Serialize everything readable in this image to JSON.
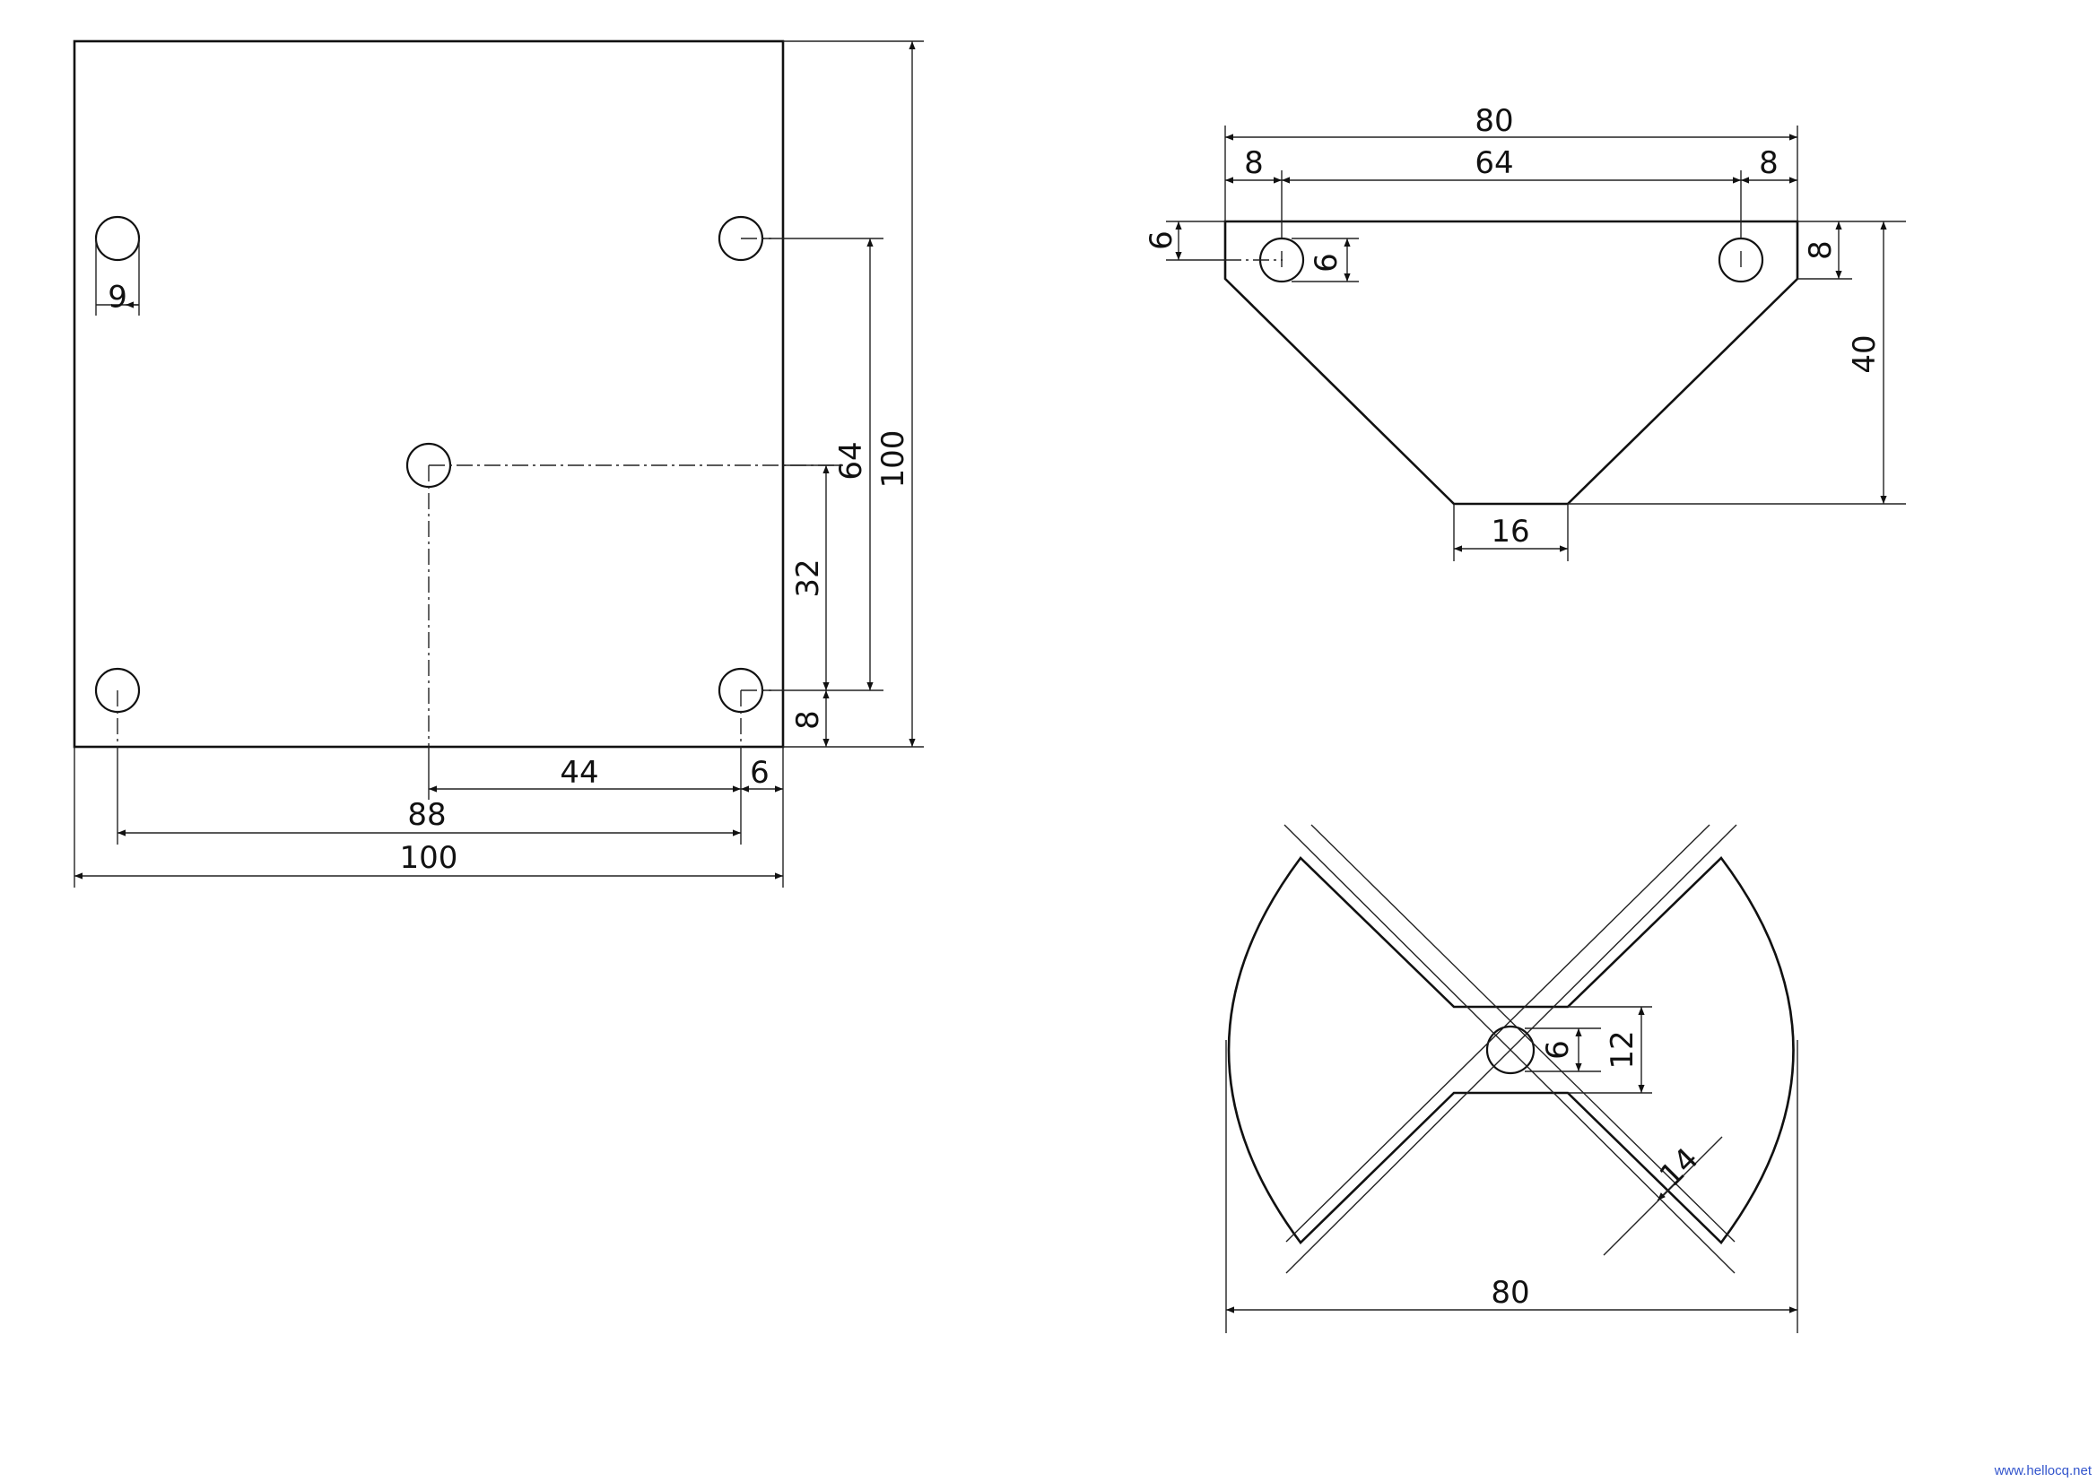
{
  "views": {
    "square_plate": {
      "dims": {
        "hole_dia": "6",
        "width_total": "100",
        "hole_spacing_x": "88",
        "center_offset_x": "44",
        "edge_offset_x": "6",
        "height_total": "100",
        "hole_spacing_y": "64",
        "center_offset_y": "32",
        "edge_offset_y": "8"
      }
    },
    "trapezoid": {
      "dims": {
        "top_width": "80",
        "hole_spacing": "64",
        "left_offset": "8",
        "right_offset": "8",
        "bottom_width": "16",
        "height": "40",
        "chamfer": "8",
        "hole_y": "6",
        "hole_dia": "6"
      }
    },
    "bowtie": {
      "dims": {
        "width": "80",
        "neck": "12",
        "hole_dia": "6",
        "arm_width": "14"
      }
    }
  },
  "watermark": "www.hellocq.net"
}
